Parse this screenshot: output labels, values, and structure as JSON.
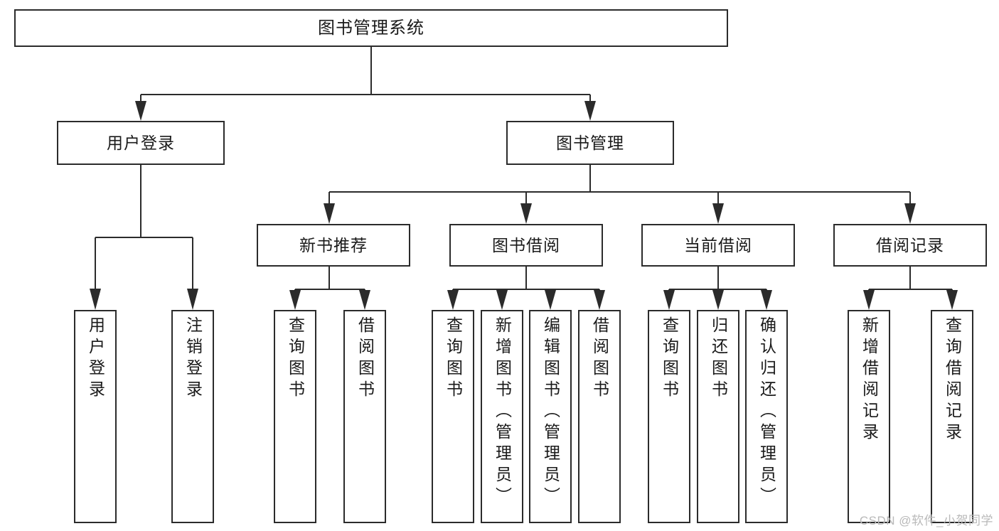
{
  "diagram": {
    "title": "图书管理系统",
    "type": "tree-hierarchy-chart",
    "watermark": "CSDN @软件_小贺同学",
    "colors": {
      "stroke": "#2b2b2b",
      "fill": "#ffffff",
      "text": "#1a1a1a",
      "watermark": "#b9b9b9"
    },
    "nodes": {
      "root": {
        "label": "图书管理系统"
      },
      "level2": [
        {
          "id": "user-login",
          "label": "用户登录"
        },
        {
          "id": "book-manage",
          "label": "图书管理"
        }
      ],
      "level3": [
        {
          "id": "new-book-recommend",
          "label": "新书推荐"
        },
        {
          "id": "book-borrow",
          "label": "图书借阅"
        },
        {
          "id": "current-borrow",
          "label": "当前借阅"
        },
        {
          "id": "borrow-record",
          "label": "借阅记录"
        }
      ],
      "leaves": {
        "user-login": [
          {
            "id": "leaf-user-login",
            "label": "用户登录"
          },
          {
            "id": "leaf-user-logout",
            "label": "注销登录"
          }
        ],
        "new-book-recommend": [
          {
            "id": "leaf-query-book-1",
            "label": "查询图书"
          },
          {
            "id": "leaf-borrow-book-1",
            "label": "借阅图书"
          }
        ],
        "book-borrow": [
          {
            "id": "leaf-query-book-2",
            "label": "查询图书"
          },
          {
            "id": "leaf-add-book",
            "label": "新增图书（管理员）"
          },
          {
            "id": "leaf-edit-book",
            "label": "编辑图书（管理员）"
          },
          {
            "id": "leaf-borrow-book-2",
            "label": "借阅图书"
          }
        ],
        "current-borrow": [
          {
            "id": "leaf-query-book-3",
            "label": "查询图书"
          },
          {
            "id": "leaf-return-book",
            "label": "归还图书"
          },
          {
            "id": "leaf-confirm-return",
            "label": "确认归还（管理员）"
          }
        ],
        "borrow-record": [
          {
            "id": "leaf-add-record",
            "label": "新增借阅记录"
          },
          {
            "id": "leaf-query-record",
            "label": "查询借阅记录"
          }
        ]
      }
    }
  }
}
